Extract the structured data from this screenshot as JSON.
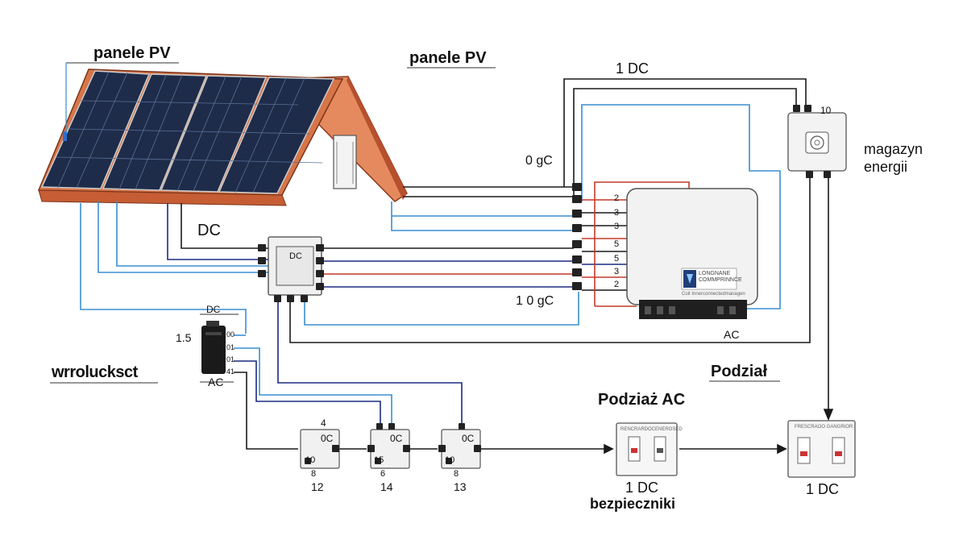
{
  "labels": {
    "panels_left": "panele PV",
    "panels_top": "panele PV",
    "dc_top": "1 DC",
    "dc_10": "10",
    "storage": "magazyn\nenergii",
    "zero_gc": "0 gC",
    "ten_gc": "1 0 gC",
    "dc_left": "DC",
    "combiner_dc": "DC",
    "battery_dc": "DC",
    "battery_num": "1.5",
    "battery_ac": "AC",
    "battery_pins": [
      "00",
      "01",
      "01",
      "41"
    ],
    "inverter_ac": "AC",
    "wrolu": "wrrolucksct",
    "podzial": "Podział",
    "podzial_ac": "Podziaż AC",
    "dc_breaker": "1 DC",
    "bezpieczniki": "bezpieczniki",
    "dc_right_breaker": "1 DC",
    "inverter_pin_numbers": [
      "2",
      "3",
      "3",
      "5",
      "5",
      "3",
      "2"
    ],
    "inverter_brand": "LONGNANE\nCOMMPRINNCE",
    "inverter_sub": "Coit Innerconnectedmanagen",
    "ac_box_left_title": "RENCRARDOCENEROSED",
    "ac_box_right_title": "FRESCRAOO GANGRIOR",
    "junctions": [
      {
        "top": "4",
        "mid": "0C",
        "inner": "10",
        "below": "8",
        "num": "12"
      },
      {
        "top": "",
        "mid": "0C",
        "inner": "15",
        "below": "6",
        "num": "14"
      },
      {
        "top": "",
        "mid": "0C",
        "inner": "10",
        "below": "8",
        "num": "13"
      }
    ]
  },
  "colors": {
    "wire_dark": "#1a1a1a",
    "wire_blue": "#3a8fd0",
    "wire_navy": "#1c2b80",
    "wire_red": "#c23a2a",
    "roof": "#c7603a",
    "panel": "#1e2c4a"
  }
}
